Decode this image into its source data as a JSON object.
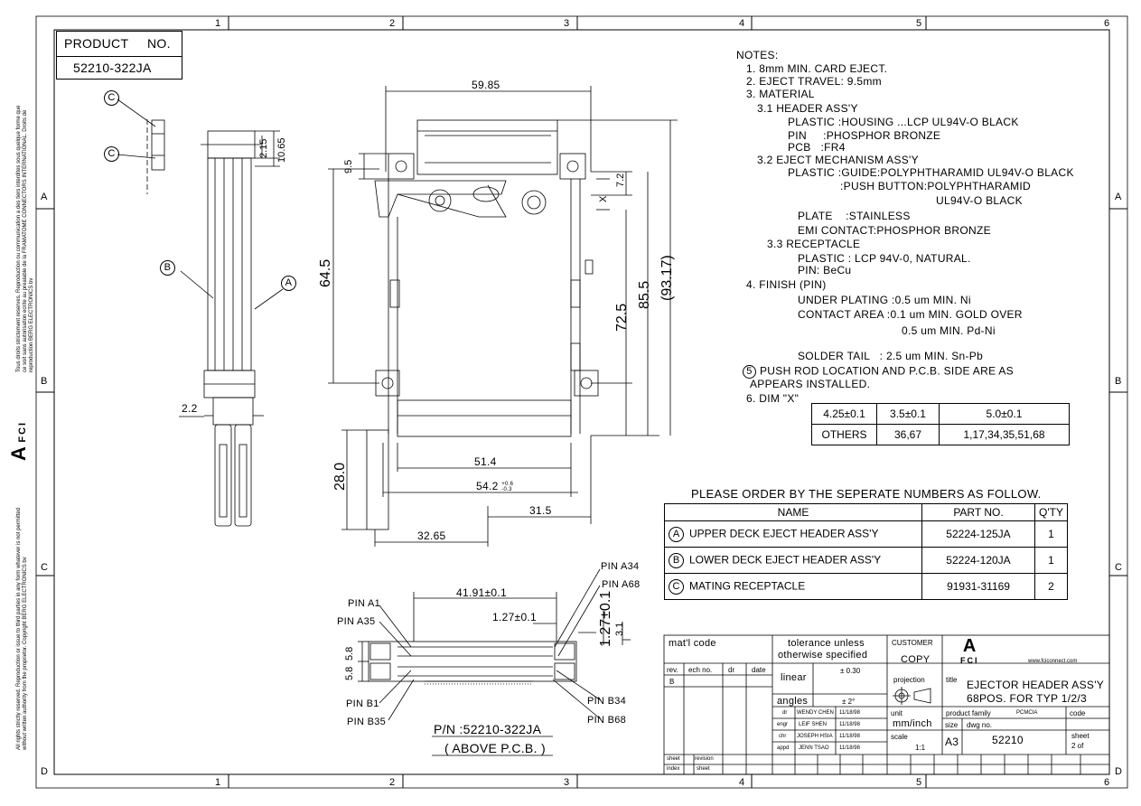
{
  "frame": {
    "cols": [
      "1",
      "2",
      "3",
      "4",
      "5",
      "6"
    ],
    "rows": [
      "A",
      "B",
      "C",
      "D"
    ]
  },
  "product": {
    "label": "PRODUCT     NO.",
    "number": "52210-322JA"
  },
  "side_text": {
    "top": "Tous droits strictement reserves. Reproduction ou communication a des tiers interdites sous quelque forme que ce soit sans autorisation ecrite au prealable de la FRAMATOME CONNECTORS INTERNATIONAL. Droits de reproduction BERG ELECTRONICS bv",
    "bottom": "All rights strictly reserved. Reproduction or issue to third parties in any form whatever is not permitted without written authority from the proprietor. Copyright BERG ELECTRONICS bv",
    "logo_letter": "A",
    "logo_text": "FCI"
  },
  "callouts": {
    "a": "A",
    "b": "B",
    "c": "C"
  },
  "dims": {
    "d59_85": "59.85",
    "d9_5": "9.5",
    "d2_15": "2.15",
    "d10_65": "10.65",
    "d7_2": "7.2",
    "dX": "X",
    "d64_5": "64.5",
    "d72_5": "72.5",
    "d85_5": "85.5",
    "d93_17": "(93.17)",
    "d2_2": "2.2",
    "d51_4": "51.4",
    "d54_2": "54.2",
    "d54_2_tol_top": "+0.6",
    "d54_2_tol_bot": "-0.3",
    "d31_5": "31.5",
    "d28_0": "28.0",
    "d32_65": "32.65",
    "d41_91": "41.91±0.1",
    "d1_27a": "1.27±0.1",
    "d1_27b": "1.27±0.1",
    "d3_1": "3.1",
    "d5_8a": "5.8",
    "d5_8b": "5.8"
  },
  "pins": {
    "a1": "PIN A1",
    "a35": "PIN A35",
    "a34": "PIN A34",
    "a68": "PIN A68",
    "b1": "PIN B1",
    "b35": "PIN B35",
    "b34": "PIN B34",
    "b68": "PIN B68"
  },
  "pn": {
    "line1": "P/N :52210-322JA",
    "line2": "( ABOVE P.C.B. )"
  },
  "notes": [
    "NOTES:",
    "1. 8mm MIN. CARD EJECT.",
    "2. EJECT TRAVEL: 9.5mm",
    "3. MATERIAL",
    "3.1 HEADER ASS'Y",
    "PLASTIC :HOUSING ...LCP UL94V-O BLACK",
    "PIN     :PHOSPHOR BRONZE",
    "PCB   :FR4",
    "3.2 EJECT MECHANISM ASS'Y",
    "PLASTIC :GUIDE:POLYPHTHARAMID UL94V-O BLACK",
    ":PUSH BUTTON:POLYPHTHARAMID",
    "UL94V-O BLACK",
    "PLATE    :STAINLESS",
    "EMI CONTACT:PHOSPHOR BRONZE",
    "3.3 RECEPTACLE",
    "PLASTIC : LCP 94V-0, NATURAL.",
    "PIN: BeCu",
    "4. FINISH (PIN)",
    "UNDER PLATING :0.5 um MIN. Ni",
    "CONTACT AREA :0.1 um MIN. GOLD OVER",
    "0.5 um MIN. Pd-Ni",
    "SOLDER TAIL   : 2.5 um MIN. Sn-Pb",
    "PUSH ROD LOCATION AND P.C.B. SIDE ARE AS",
    "APPEARS INSTALLED.",
    "6. DIM \"X\""
  ],
  "note5_num": "5",
  "dimx_table": [
    [
      "4.25±0.1",
      "3.5±0.1",
      "5.0±0.1"
    ],
    [
      "OTHERS",
      "36,67",
      "1,17,34,35,51,68"
    ]
  ],
  "order": {
    "title": "PLEASE ORDER BY THE SEPERATE NUMBERS AS FOLLOW.",
    "headers": [
      "NAME",
      "PART NO.",
      "Q'TY"
    ],
    "rows": [
      {
        "mark": "A",
        "name": "UPPER DECK EJECT HEADER ASS'Y",
        "part": "52224-125JA",
        "qty": "1"
      },
      {
        "mark": "B",
        "name": "LOWER DECK EJECT HEADER ASS'Y",
        "part": "52224-120JA",
        "qty": "1"
      },
      {
        "mark": "C",
        "name": "MATING RECEPTACLE",
        "part": "91931-31169",
        "qty": "2"
      }
    ]
  },
  "titleblock": {
    "matl": "mat'l code",
    "tol1": "tolerance unless",
    "tol2": "otherwise specified",
    "customer": "CUSTOMER",
    "copy": "COPY",
    "rev": "rev.",
    "ech": "ech no.",
    "dr": "dr",
    "date": "date",
    "rev_b": "B",
    "linear": "linear",
    "linear_tol": "± 0.30",
    "angles": "angles",
    "angles_tol": "± 2°",
    "projection": "projection",
    "dr_lbl": "dr",
    "engr_lbl": "engr",
    "chr_lbl": "chr",
    "appd_lbl": "appd",
    "dr_name": "WENDY CHEN",
    "engr_name": "LEIF SHEN",
    "chr_name": "JOSEPH HSIA",
    "appd_name": "JENN TSAO",
    "d1": "11/18/98",
    "d2": "11/18/98",
    "d3": "11/18/98",
    "d4": "11/18/98",
    "unit_lbl": "unit",
    "unit": "mm/inch",
    "scale_lbl": "scale",
    "scale": "1:1",
    "logo": "A",
    "logo_text": "FCI",
    "web": "www.fciconnect.com",
    "title_lbl": "title",
    "title1": "EJECTOR HEADER ASS'Y",
    "title2": "68POS. FOR TYP 1/2/3",
    "pf_lbl": "product family",
    "pf": "PCMCIA",
    "code_lbl": "code",
    "size_lbl": "size",
    "size": "A3",
    "dwg_lbl": "dwg no.",
    "dwg": "52210",
    "sheet_lbl": "sheet",
    "sheet": "2 of",
    "sheet2": "sheet",
    "revision": "revision",
    "index": "index",
    "sheet3": "sheet"
  }
}
